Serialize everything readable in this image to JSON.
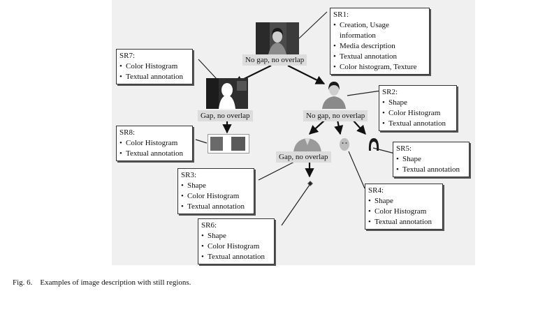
{
  "regions": [
    {
      "id": "sr1",
      "title": "SR1:",
      "items": [
        "Creation, Usage information",
        "Media description",
        "Textual annotation",
        "Color histogram, Texture"
      ]
    },
    {
      "id": "sr2",
      "title": "SR2:",
      "items": [
        "Shape",
        "Color Histogram",
        "Textual annotation"
      ]
    },
    {
      "id": "sr3",
      "title": "SR3:",
      "items": [
        "Shape",
        "Color Histogram",
        "Textual annotation"
      ]
    },
    {
      "id": "sr4",
      "title": "SR4:",
      "items": [
        "Shape",
        "Color Histogram",
        "Textual annotation"
      ]
    },
    {
      "id": "sr5",
      "title": "SR5:",
      "items": [
        "Shape",
        "Textual annotation"
      ]
    },
    {
      "id": "sr6",
      "title": "SR6:",
      "items": [
        "Shape",
        "Color Histogram",
        "Textual annotation"
      ]
    },
    {
      "id": "sr7",
      "title": "SR7:",
      "items": [
        "Color Histogram",
        "Textual annotation"
      ]
    },
    {
      "id": "sr8",
      "title": "SR8:",
      "items": [
        "Color Histogram",
        "Textual annotation"
      ]
    }
  ],
  "labels": {
    "root": "No gap, no overlap",
    "left": "Gap, no overlap",
    "right": "No gap, no overlap",
    "bottom": "Gap, no overlap"
  },
  "caption": "Fig. 6.    Examples of image description with still regions."
}
